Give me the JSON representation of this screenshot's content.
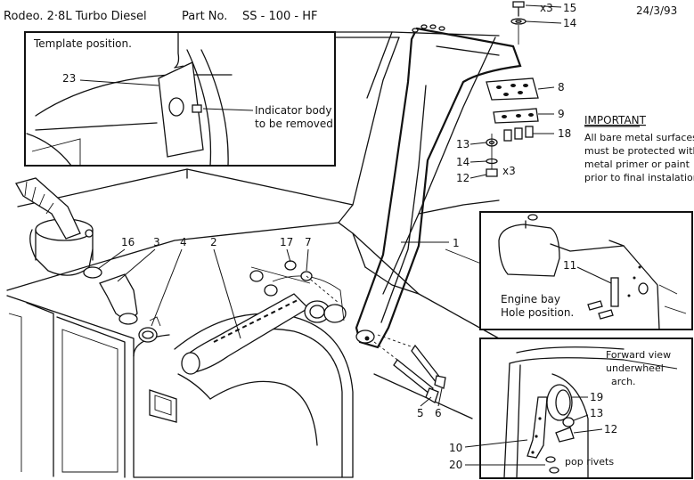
{
  "header": {
    "title": "Rodeo. 2·8L Turbo Diesel",
    "part_label": "Part No.",
    "part_number": "SS - 100 - HF",
    "date": "24/3/93"
  },
  "insets": {
    "template": {
      "title": "Template position.",
      "indicator_note_line1": "Indicator body",
      "indicator_note_line2": "to be removed."
    },
    "engine_bay": {
      "line1": "Engine bay",
      "line2": "Hole position."
    },
    "forward_view": {
      "line1": "Forward view",
      "line2": "underwheel",
      "line3": "arch."
    }
  },
  "important": {
    "heading": "IMPORTANT",
    "lines": [
      "All bare metal surfaces",
      "must be protected with",
      "metal primer or paint",
      "prior to final instalation"
    ]
  },
  "quantities": {
    "q15": "x3",
    "q12": "x3"
  },
  "callouts": {
    "n1": "1",
    "n2": "2",
    "n3": "3",
    "n4": "4",
    "n5": "5",
    "n6": "6",
    "n7": "7",
    "n8": "8",
    "n9": "9",
    "n10": "10",
    "n11": "11",
    "n12": "12",
    "n13": "13",
    "n14": "14",
    "n15": "15",
    "n16": "16",
    "n17": "17",
    "n18": "18",
    "n19": "19",
    "n20": "20",
    "n23": "23",
    "inset_n11": "11",
    "inset_n12": "12",
    "inset_n13": "13"
  },
  "pop_rivets_label": "pop rivets"
}
